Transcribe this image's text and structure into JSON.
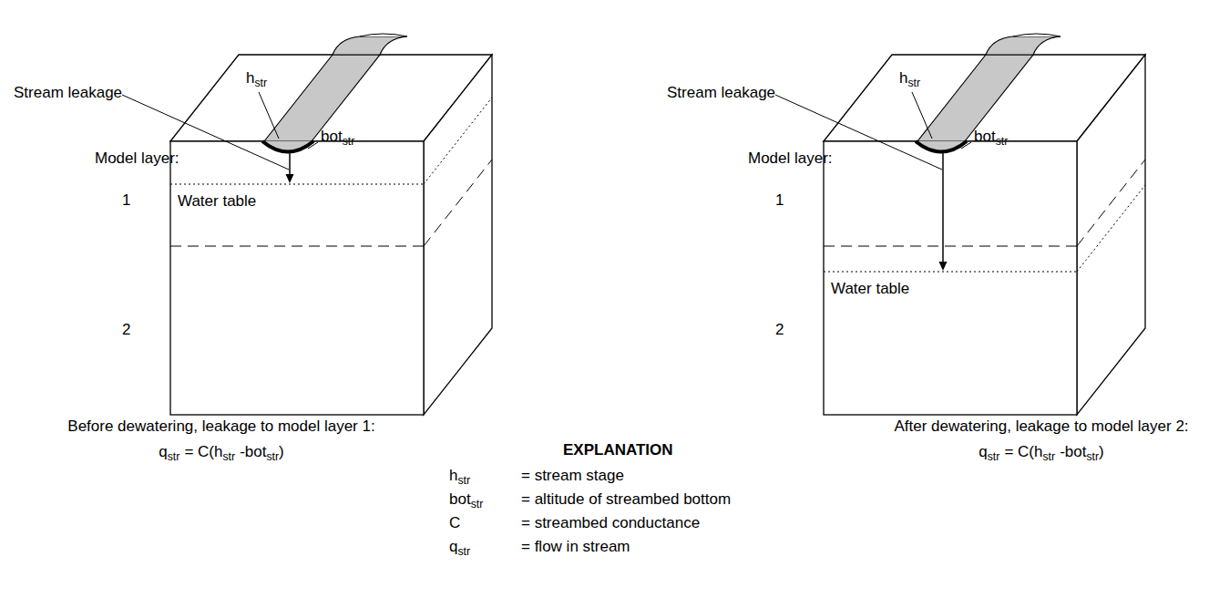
{
  "diagram": {
    "labels": [
      "Stream leakage",
      "h",
      "str",
      "bot",
      "str",
      "Model layer:",
      "1",
      "Water table",
      "2",
      "Before dewatering, leakage to model layer 1:",
      "q",
      "str",
      "= C(h",
      "str",
      "-bot",
      "str",
      ")",
      "Stream leakage",
      "h",
      "str",
      "bot",
      "str",
      "Model layer:",
      "1",
      "Water table",
      "2",
      "After dewatering, leakage to model layer 2:",
      "q",
      "str",
      "= C(h",
      "str",
      "-bot",
      "str",
      ")",
      "EXPLANATION",
      "h",
      "str",
      "= stream stage",
      "bot",
      "str",
      "= altitude of streambed bottom",
      "C",
      "= streambed conductance",
      "q",
      "str",
      "= flow in stream"
    ]
  }
}
